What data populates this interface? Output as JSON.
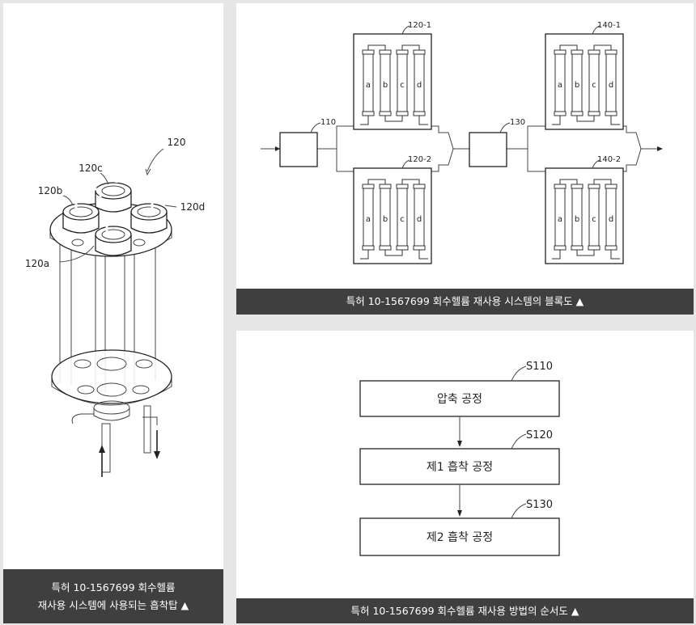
{
  "left_figure": {
    "labels": {
      "main": "120",
      "a": "120a",
      "b": "120b",
      "c": "120c",
      "d": "120d"
    },
    "caption_line1": "특허 10-1567699 회수헬륨",
    "caption_line2": "재사용 시스템에 사용되는 흡착탑 ▲"
  },
  "block_diagram": {
    "input_block": "110",
    "middle_block": "130",
    "groups": {
      "top_left": "120-1",
      "bottom_left": "120-2",
      "top_right": "140-1",
      "bottom_right": "140-2"
    },
    "column_letters": [
      "a",
      "b",
      "c",
      "d"
    ],
    "caption": "특허 10-1567699 회수헬륨 재사용 시스템의 블록도 ▲"
  },
  "flowchart": {
    "steps": [
      {
        "code": "S110",
        "label": "압축 공정"
      },
      {
        "code": "S120",
        "label": "제1 흡착 공정"
      },
      {
        "code": "S130",
        "label": "제2 흡착 공정"
      }
    ],
    "caption": "특허 10-1567699 회수헬륨 재사용 방법의 순서도 ▲"
  }
}
